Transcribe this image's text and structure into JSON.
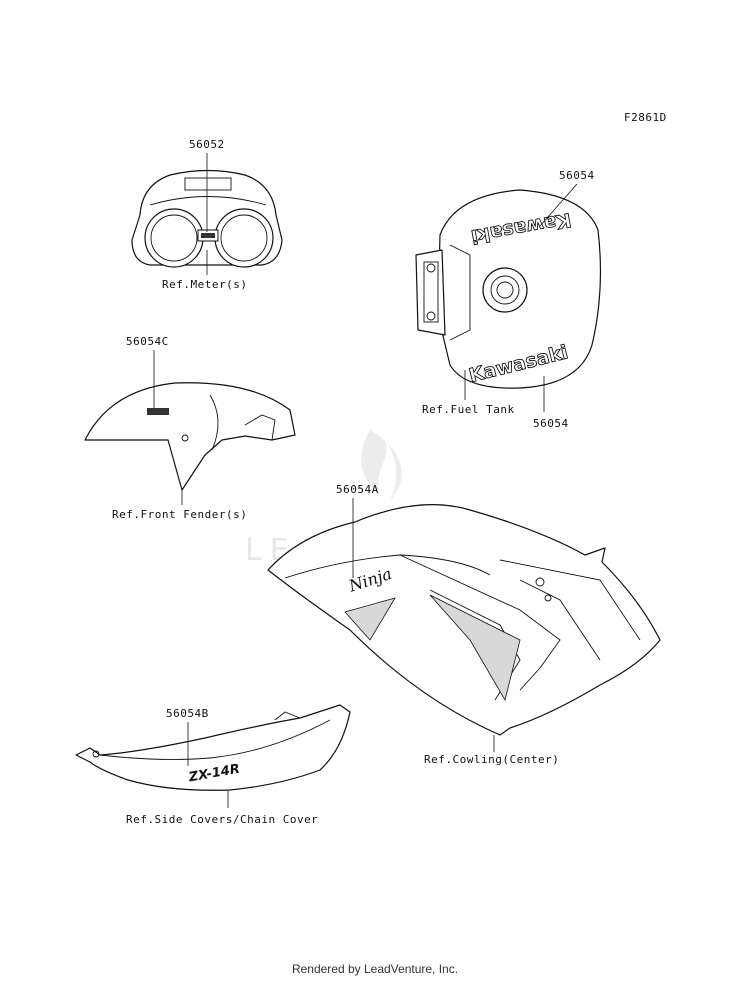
{
  "figure_code": "F2861D",
  "callouts": {
    "meter_part": "56052",
    "meter_ref": "Ref.Meter(s)",
    "tank_part_top": "56054",
    "tank_part_bottom": "56054",
    "tank_ref": "Ref.Fuel Tank",
    "fender_part": "56054C",
    "fender_ref": "Ref.Front Fender(s)",
    "cowling_part": "56054A",
    "cowling_ref": "Ref.Cowling(Center)",
    "side_part": "56054B",
    "side_ref": "Ref.Side Covers/Chain Cover"
  },
  "decals": {
    "tank_text_top": "Kawasaki",
    "tank_text_bottom": "Kawasaki",
    "cowling_text": "Ninja",
    "side_text": "ZX-14R"
  },
  "watermark": "LEADVENTURE",
  "footer": "Rendered by LeadVenture, Inc."
}
